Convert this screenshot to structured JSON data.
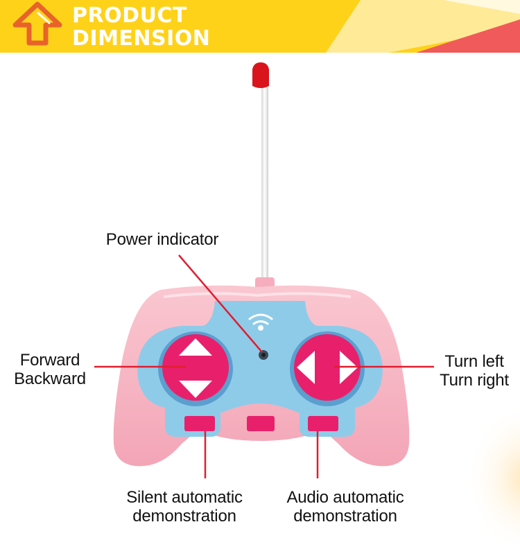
{
  "banner": {
    "title_line1": "PRODUCT",
    "title_line2": "DIMENSION",
    "colors": {
      "yellow": "#ffd21a",
      "red": "#f15a5a",
      "logo": "#e8632a"
    }
  },
  "callouts": {
    "power_indicator": "Power indicator",
    "forward": "Forward",
    "backward": "Backward",
    "turn_left": "Turn left",
    "turn_right": "Turn right",
    "silent_line1": "Silent automatic",
    "silent_line2": "demonstration",
    "audio_line1": "Audio automatic",
    "audio_line2": "demonstration"
  },
  "colors": {
    "body": "#f7b7c4",
    "panel": "#8ecbe9",
    "button": "#e8206c",
    "leader": "#e11d2f",
    "antenna_tip": "#d9141c"
  }
}
